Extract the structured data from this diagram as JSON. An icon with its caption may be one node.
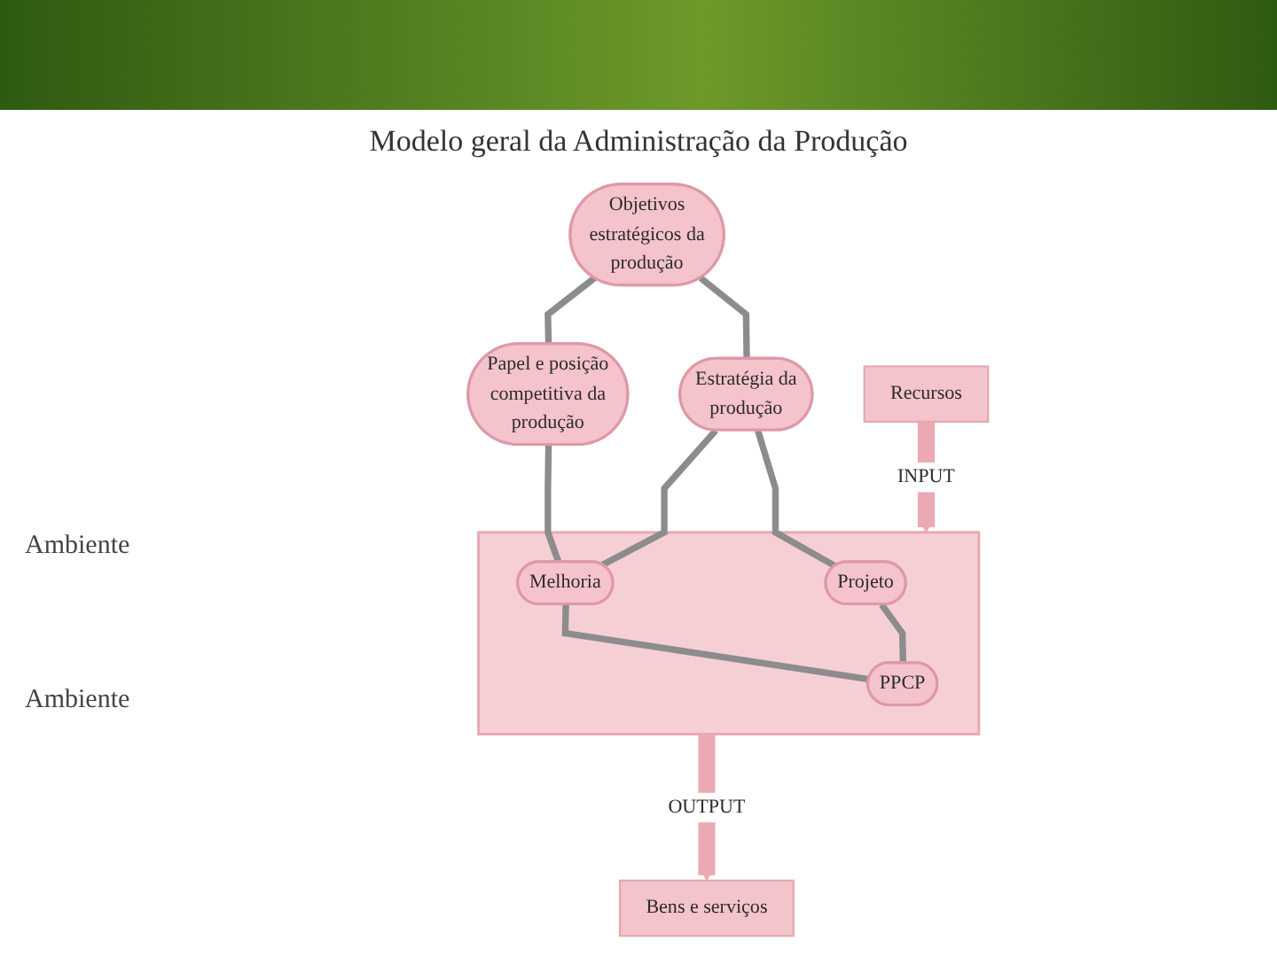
{
  "diagram": {
    "title": "Modelo geral da Administração da Produção",
    "nodes": [
      {
        "text": [
          "Objetivos estratégicos da produção"
        ]
      },
      {
        "text": [
          "Papel e posição competitiva da produção"
        ]
      },
      {
        "text": [
          "Estratégia da produção"
        ]
      },
      {
        "text": [
          "Recursos"
        ]
      },
      {
        "text": [],
        "shape": "box"
      },
      {
        "text": [
          "Projeto"
        ],
        "in": 4
      },
      {
        "text": [
          "Melhoria"
        ],
        "in": 4
      },
      {
        "text": [
          "PPCP"
        ],
        "in": 4
      },
      {
        "text": [
          "Bens e serviços"
        ]
      }
    ],
    "edges": [
      {
        "from": 0,
        "to": 2,
        "arrow": "none"
      },
      {
        "from": 0,
        "to": 1,
        "arrow": "none"
      },
      {
        "from": 1,
        "to": 6,
        "arrow": "none"
      },
      {
        "from": 2,
        "to": 5,
        "arrow": "none"
      },
      {
        "from": 2,
        "to": 6,
        "arrow": "none"
      },
      {
        "from": 5,
        "to": 7,
        "arrow": "none"
      },
      {
        "from": 6,
        "to": 7,
        "arrow": "none"
      },
      {
        "from": 3,
        "to": 4,
        "arrow": "to",
        "label": "INPUT",
        "style": "thick",
        "color": "#eaa9b3"
      },
      {
        "from": 4,
        "to": 8,
        "arrow": "to",
        "label": "OUTPUT",
        "style": "thick",
        "color": "#eaa9b3"
      }
    ],
    "labels": [
      "Ambiente",
      "Ambiente"
    ]
  }
}
